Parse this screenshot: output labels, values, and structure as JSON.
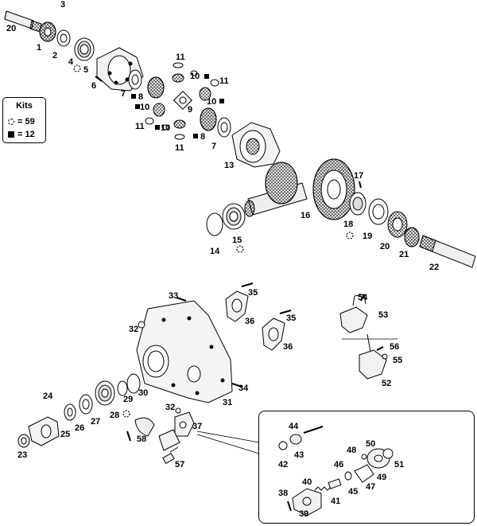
{
  "kits": {
    "title": "Kits",
    "rows": [
      {
        "symbol": "dashed-circle",
        "text": "= 59"
      },
      {
        "symbol": "filled-square",
        "text": "= 12"
      }
    ]
  },
  "callouts": [
    "1",
    "2",
    "3",
    "4",
    "5",
    "6",
    "7",
    "8",
    "9",
    "10",
    "11",
    "13",
    "14",
    "15",
    "16",
    "17",
    "18",
    "19",
    "20",
    "21",
    "22",
    "23",
    "24",
    "25",
    "26",
    "27",
    "28",
    "29",
    "30",
    "31",
    "32",
    "33",
    "34",
    "35",
    "36",
    "37",
    "38",
    "39",
    "40",
    "41",
    "42",
    "43",
    "44",
    "45",
    "46",
    "47",
    "48",
    "49",
    "50",
    "51",
    "52",
    "53",
    "54",
    "55",
    "56",
    "57",
    "58"
  ],
  "markers": {
    "kit59": "dashed-circle",
    "kit12": "filled-square"
  }
}
